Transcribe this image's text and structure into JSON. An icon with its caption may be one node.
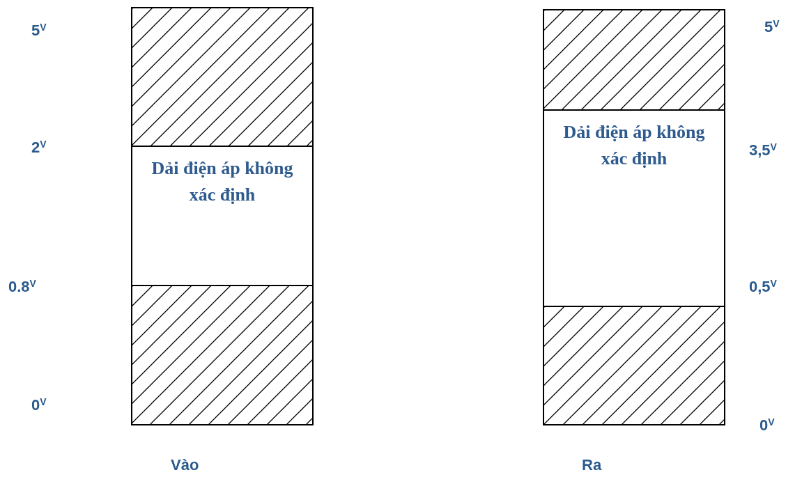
{
  "diagram": {
    "nodes": [
      {
        "text": [],
        "shape": "box"
      },
      {
        "text": [
          "Dải điện áp không xác định"
        ]
      },
      {
        "text": [],
        "shape": "box"
      },
      {
        "text": [],
        "shape": "box"
      },
      {
        "text": [
          "Dải điện áp không xác định"
        ]
      },
      {
        "text": [],
        "shape": "box"
      }
    ],
    "labels": [
      "5$^{V}$",
      "2$^{V}$",
      "0.8$^{V}$",
      "0$^{V}$",
      "Vào",
      "5$^{V}$",
      "3,5$^{V}$",
      "0,5$^{V}$",
      "0$^{V}$",
      "Ra"
    ]
  }
}
